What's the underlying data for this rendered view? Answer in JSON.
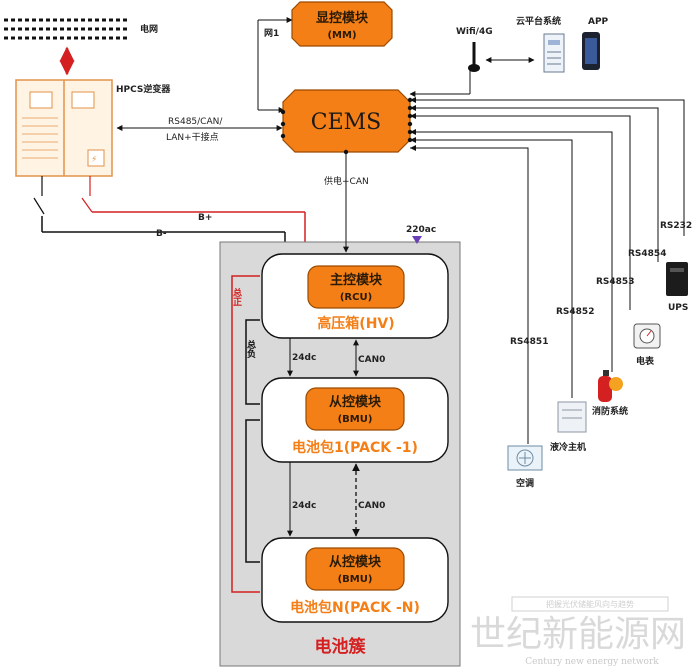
{
  "grid": {
    "label": "电网"
  },
  "inverter": {
    "label": "HPCS逆变器"
  },
  "display_module": {
    "title": "显控模块",
    "sub": "(MM)"
  },
  "cems": {
    "title": "CEMS"
  },
  "links": {
    "net1": "网1",
    "wifi": "Wifi/4G",
    "rs485_can": "RS485/CAN/",
    "lan_dry": "LAN+干接点",
    "power_can": "供电+CAN",
    "b_plus": "B+",
    "b_minus": "B-",
    "ac220": "220ac",
    "total_pos": "总正",
    "total_neg": "总负",
    "dc24_1": "24dc",
    "dc24_2": "24dc",
    "can0_1": "CAN0",
    "can0_2": "CAN0",
    "rs4851": "RS4851",
    "rs4852": "RS4852",
    "rs4853": "RS4853",
    "rs4854": "RS4854",
    "rs232": "RS232"
  },
  "cloud": {
    "label": "云平台系统"
  },
  "app": {
    "label": "APP"
  },
  "hv_box": {
    "module_title": "主控模块",
    "module_sub": "(RCU)",
    "label": "高压箱(HV)"
  },
  "pack1": {
    "module_title": "从控模块",
    "module_sub": "(BMU)",
    "label": "电池包1(PACK -1)"
  },
  "packN": {
    "module_title": "从控模块",
    "module_sub": "(BMU)",
    "label": "电池包N(PACK -N)"
  },
  "cluster": {
    "label": "电池簇"
  },
  "devices": {
    "ups": "UPS",
    "meter": "电表",
    "fire": "消防系统",
    "chiller": "液冷主机",
    "aircon": "空调"
  },
  "watermark": {
    "box_text": "把握光伏储能风向与趋势",
    "big": "世纪新能源网",
    "small": "Century new energy network"
  },
  "colors": {
    "orange": "#f47f16",
    "red_wire": "#d42020",
    "cluster_bg": "#d9d9d9"
  }
}
